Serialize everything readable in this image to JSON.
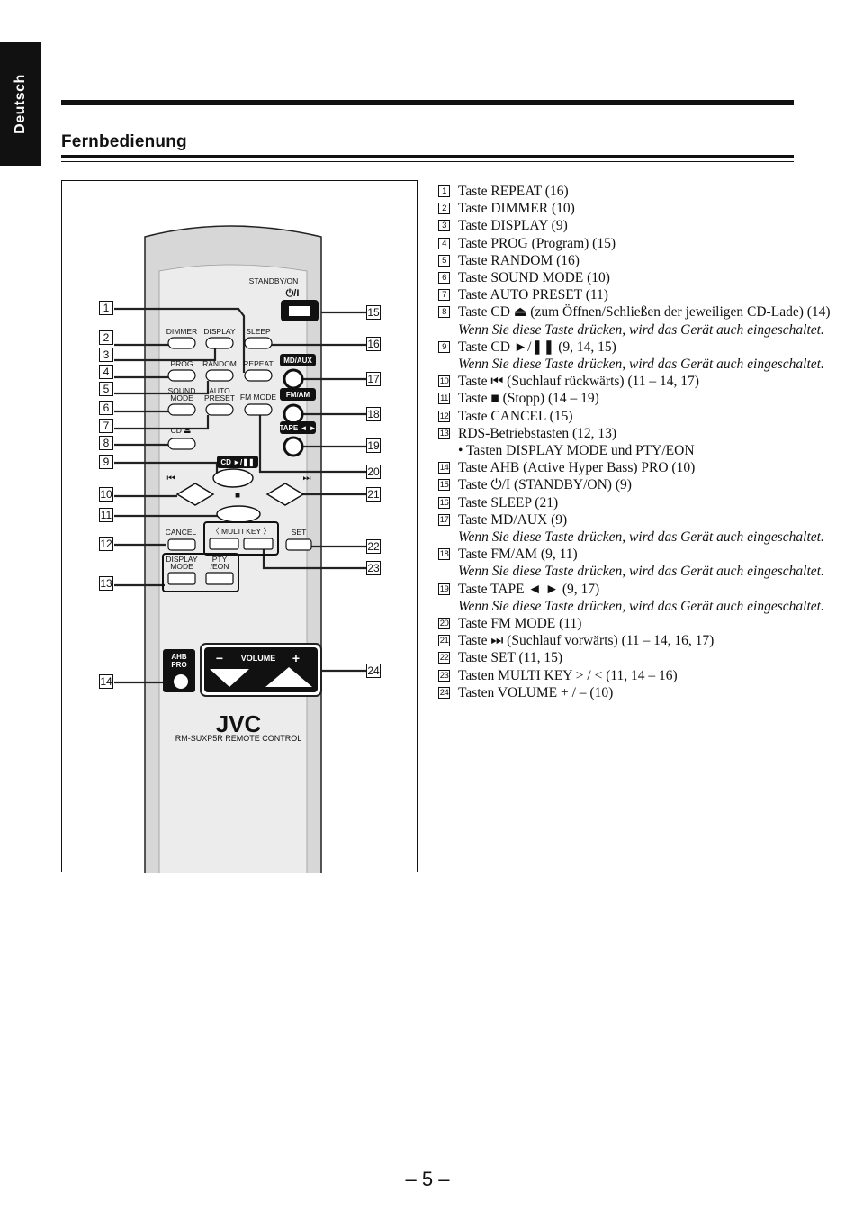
{
  "side_tab": {
    "label": "Deutsch"
  },
  "section": {
    "title": "Fernbedienung"
  },
  "remote": {
    "labels": {
      "standby": "STANDBY/ON",
      "standby_symbol": "⏻/I",
      "dimmer": "DIMMER",
      "display": "DISPLAY",
      "sleep": "SLEEP",
      "prog": "PROG",
      "random": "RANDOM",
      "repeat": "REPEAT",
      "md_aux": "MD/AUX",
      "sound_mode_1": "SOUND",
      "sound_mode_2": "MODE",
      "auto_preset_1": "AUTO",
      "auto_preset_2": "PRESET",
      "fm_mode": "FM MODE",
      "fm_am": "FM/AM",
      "tape": "TAPE ◄ ►",
      "cd_eject": "CD ⏏",
      "cd_play": "CD ►/❚❚",
      "rewind": "⏮",
      "forward": "⏭",
      "stop": "■",
      "cancel": "CANCEL",
      "multi_key": "〈  MULTI KEY  〉",
      "set": "SET",
      "display_mode_1": "DISPLAY",
      "display_mode_2": "MODE",
      "pty_eon_1": "PTY",
      "pty_eon_2": "/EON",
      "ahb_1": "AHB",
      "ahb_2": "PRO",
      "volume": "VOLUME",
      "vol_minus": "−",
      "vol_plus": "+",
      "brand": "JVC",
      "model": "RM-SUXP5R REMOTE CONTROL"
    },
    "callouts": [
      "1",
      "2",
      "3",
      "4",
      "5",
      "6",
      "7",
      "8",
      "9",
      "10",
      "11",
      "12",
      "13",
      "14",
      "15",
      "16",
      "17",
      "18",
      "19",
      "20",
      "21",
      "22",
      "23",
      "24"
    ]
  },
  "legend": [
    {
      "num": "1",
      "text": "Taste REPEAT (16)"
    },
    {
      "num": "2",
      "text": "Taste DIMMER (10)"
    },
    {
      "num": "3",
      "text": "Taste DISPLAY (9)"
    },
    {
      "num": "4",
      "text": "Taste PROG (Program) (15)"
    },
    {
      "num": "5",
      "text": "Taste RANDOM (16)"
    },
    {
      "num": "6",
      "text": "Taste SOUND MODE (10)"
    },
    {
      "num": "7",
      "text": "Taste AUTO PRESET (11)"
    },
    {
      "num": "8",
      "text": "Taste CD ⏏ (zum Öffnen/Schließen der jeweiligen CD-Lade) (14)",
      "note": "Wenn Sie diese Taste drücken, wird das Gerät auch eingeschaltet."
    },
    {
      "num": "9",
      "text": "Taste CD ►/❚❚ (9, 14, 15)",
      "note": "Wenn Sie diese Taste drücken, wird das Gerät auch eingeschaltet."
    },
    {
      "num": "10",
      "text": "Taste ⏮ (Suchlauf rückwärts) (11 – 14, 17)"
    },
    {
      "num": "11",
      "text": "Taste ■ (Stopp) (14 – 19)"
    },
    {
      "num": "12",
      "text": "Taste CANCEL (15)"
    },
    {
      "num": "13",
      "text": "RDS-Betriebstasten (12, 13)",
      "sub": "• Tasten DISPLAY MODE und PTY/EON"
    },
    {
      "num": "14",
      "text": "Taste AHB (Active Hyper Bass) PRO (10)"
    },
    {
      "num": "15",
      "text": "Taste ⏻/I (STANDBY/ON) (9)"
    },
    {
      "num": "16",
      "text": "Taste SLEEP (21)"
    },
    {
      "num": "17",
      "text": "Taste MD/AUX (9)",
      "note": "Wenn Sie diese Taste drücken, wird das Gerät auch eingeschaltet."
    },
    {
      "num": "18",
      "text": "Taste FM/AM (9, 11)",
      "note": "Wenn Sie diese Taste drücken, wird das Gerät auch eingeschaltet."
    },
    {
      "num": "19",
      "text": "Taste TAPE ◄ ► (9, 17)",
      "note": "Wenn Sie diese Taste drücken, wird das Gerät auch eingeschaltet."
    },
    {
      "num": "20",
      "text": "Taste FM MODE (11)"
    },
    {
      "num": "21",
      "text": "Taste ⏭ (Suchlauf vorwärts) (11 – 14, 16, 17)"
    },
    {
      "num": "22",
      "text": "Taste SET (11, 15)"
    },
    {
      "num": "23",
      "text": "Tasten MULTI KEY > / < (11, 14 – 16)"
    },
    {
      "num": "24",
      "text": "Tasten VOLUME + / – (10)"
    }
  ],
  "page": {
    "number": "– 5 –"
  }
}
